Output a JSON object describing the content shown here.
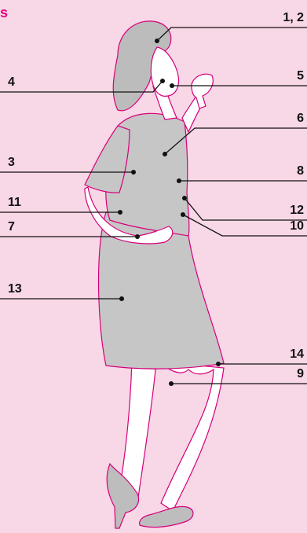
{
  "header": {
    "title_fragment": "s"
  },
  "colors": {
    "background": "#f8d7e6",
    "accent": "#e6007e",
    "dress": "#c6c6c6",
    "outline": "#d6007a",
    "skin": "#ffffff",
    "shoe": "#bdbdbd",
    "hair": "#bcbcbc",
    "leader": "#111111"
  },
  "labels": {
    "l1_2": "1, 2",
    "l5": "5",
    "l4": "4",
    "l6": "6",
    "l3": "3",
    "l8": "8",
    "l11": "11",
    "l12": "12",
    "l10": "10",
    "l7": "7",
    "l13": "13",
    "l14": "14",
    "l9": "9"
  }
}
